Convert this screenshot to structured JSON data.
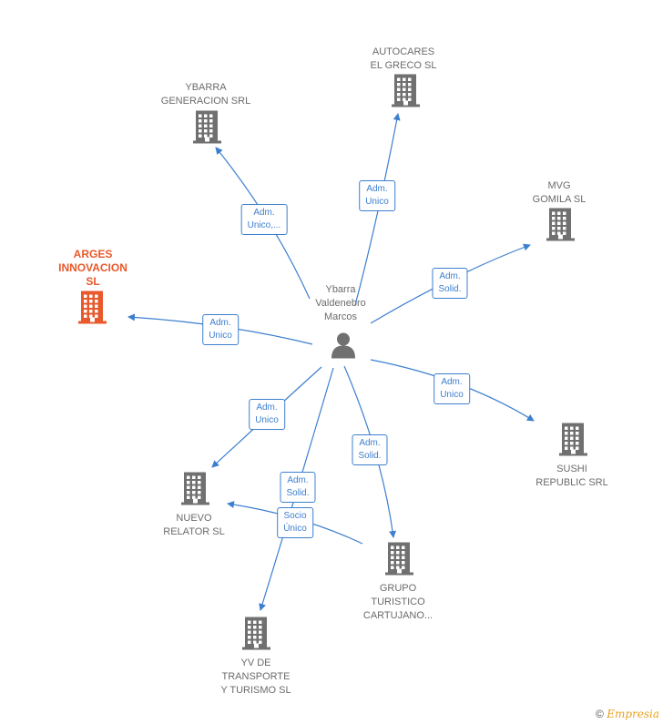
{
  "center": {
    "name_lines": [
      "Ybarra",
      "Valdenebro",
      "Marcos"
    ]
  },
  "companies": [
    {
      "id": "autocares",
      "lines": [
        "AUTOCARES",
        "EL GRECO  SL"
      ],
      "highlight": false
    },
    {
      "id": "ybarra-gen",
      "lines": [
        "YBARRA",
        "GENERACION SRL"
      ],
      "highlight": false
    },
    {
      "id": "mvg",
      "lines": [
        "MVG",
        "GOMILA  SL"
      ],
      "highlight": false
    },
    {
      "id": "arges",
      "lines": [
        "ARGES",
        "INNOVACION",
        "SL"
      ],
      "highlight": true
    },
    {
      "id": "sushi",
      "lines": [
        "SUSHI",
        "REPUBLIC SRL"
      ],
      "highlight": false
    },
    {
      "id": "nuevo",
      "lines": [
        "NUEVO",
        "RELATOR  SL"
      ],
      "highlight": false
    },
    {
      "id": "grupo",
      "lines": [
        "GRUPO",
        "TURISTICO",
        "CARTUJANO..."
      ],
      "highlight": false
    },
    {
      "id": "yv",
      "lines": [
        "YV DE",
        "TRANSPORTE",
        "Y TURISMO  SL"
      ],
      "highlight": false
    }
  ],
  "relations": [
    {
      "target": "autocares",
      "lines": [
        "Adm.",
        "Unico"
      ]
    },
    {
      "target": "ybarra-gen",
      "lines": [
        "Adm.",
        "Unico,..."
      ]
    },
    {
      "target": "mvg",
      "lines": [
        "Adm.",
        "Solid."
      ]
    },
    {
      "target": "arges",
      "lines": [
        "Adm.",
        "Unico"
      ]
    },
    {
      "target": "sushi",
      "lines": [
        "Adm.",
        "Unico"
      ]
    },
    {
      "target": "nuevo",
      "lines": [
        "Adm.",
        "Unico"
      ]
    },
    {
      "target": "grupo",
      "lines": [
        "Adm.",
        "Solid."
      ]
    },
    {
      "target": "yv",
      "lines": [
        "Adm.",
        "Solid."
      ]
    },
    {
      "target": "nuevo-from-grupo",
      "lines": [
        "Socio",
        "Único"
      ]
    }
  ],
  "colors": {
    "edge": "#3d7fcf",
    "building": "#707070",
    "highlight": "#e8592b"
  },
  "footer": {
    "copyright": "©",
    "brand": "Empresia"
  }
}
